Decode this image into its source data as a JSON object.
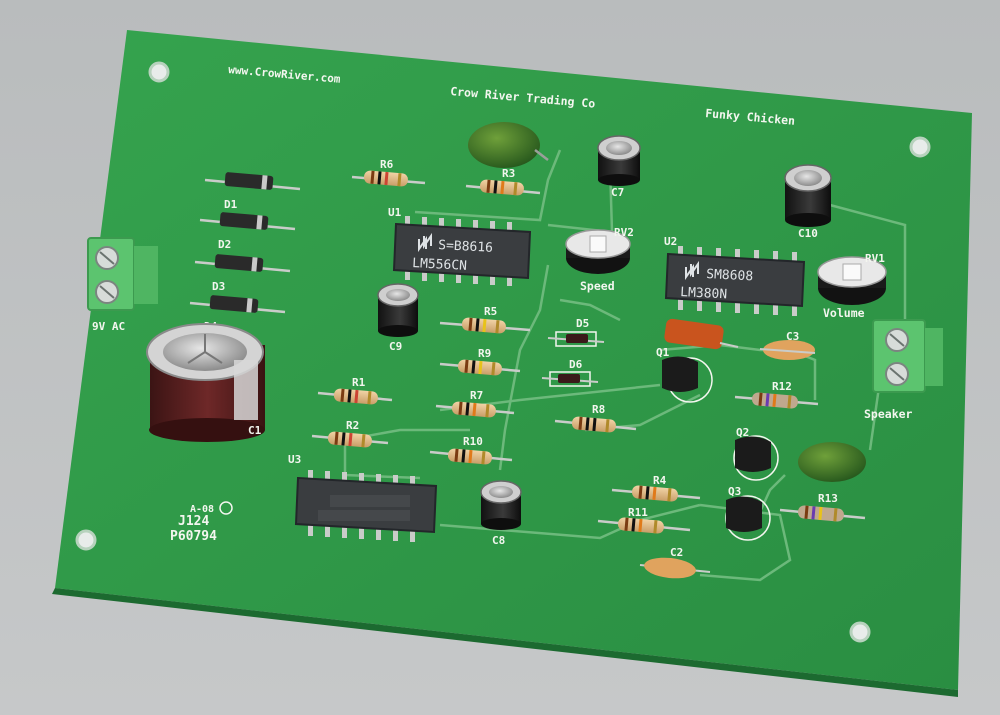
{
  "board": {
    "colors": {
      "background": "#bfc2c3",
      "pcb": "#2e9a47",
      "trace": "#5aa86a",
      "silkscreen": "#f3f6ef",
      "chip": "#3a3d40",
      "terminal": "#59c36d"
    },
    "header": {
      "url": "www.CrowRiver.com",
      "maker": "Crow River Trading Co",
      "product": "Funky Chicken"
    },
    "labels": {
      "power": "9V AC",
      "speaker": "Speaker",
      "speed": "Speed",
      "volume": "Volume"
    },
    "codes": {
      "line1": "J124",
      "line2": "P60794"
    },
    "chips": {
      "u1_marking_1": "S=B8616",
      "u1_marking_2": "LM556CN",
      "u2_marking_1": "SM8608",
      "u2_marking_2": "LM380N"
    },
    "refdes": {
      "D1": "D1",
      "D2": "D2",
      "D3": "D3",
      "D4": "D4",
      "D5": "D5",
      "D6": "D6",
      "R1": "R1",
      "R2": "R2",
      "R3": "R3",
      "R4": "R4",
      "R5": "R5",
      "R6": "R6",
      "R7": "R7",
      "R8": "R8",
      "R9": "R9",
      "R10": "R10",
      "R11": "R11",
      "R12": "R12",
      "R13": "R13",
      "C1": "C1",
      "C2": "C2",
      "C3": "C3",
      "C7": "C7",
      "C8": "C8",
      "C9": "C9",
      "C10": "C10",
      "U1": "U1",
      "U2": "U2",
      "U3": "U3",
      "Q1": "Q1",
      "Q2": "Q2",
      "Q3": "Q3",
      "RV1": "RV1",
      "RV2": "RV2"
    }
  }
}
